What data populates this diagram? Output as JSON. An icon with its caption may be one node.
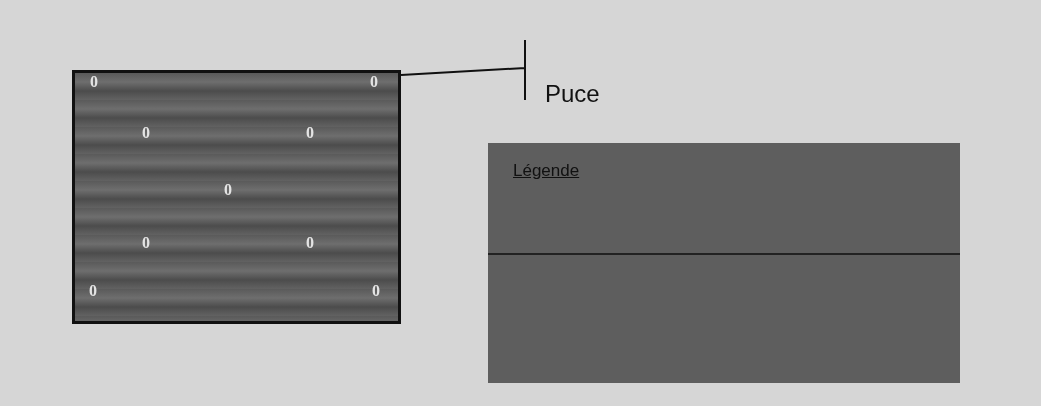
{
  "diagram": {
    "nodes": [
      {
        "text": [],
        "shape": "box"
      },
      {
        "text": [
          "Puce"
        ]
      },
      {
        "text": [
          "Légende"
        ]
      }
    ],
    "edges": [
      {
        "from": 1,
        "to": 0,
        "arrow": "none"
      }
    ],
    "labels": [
      "0",
      "0",
      "0",
      "0",
      "0",
      "0",
      "0",
      "0",
      "0"
    ]
  }
}
